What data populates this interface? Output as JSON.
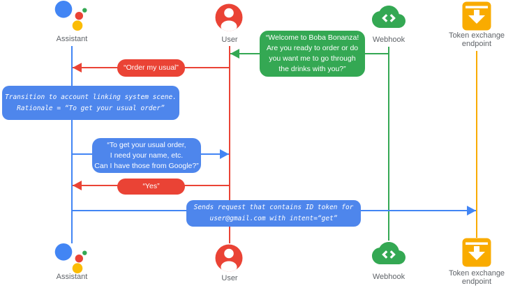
{
  "colors": {
    "blue": "#4285F4",
    "bubble_blue": "#4e86ec",
    "red": "#EA4335",
    "green": "#34A853",
    "amber": "#F9AB00",
    "assistant_yellow": "#FBBC04",
    "label_gray": "#5F6368"
  },
  "actors": [
    {
      "id": "assistant",
      "label": "Assistant",
      "icon": "google-assistant-icon",
      "color": "#4285F4"
    },
    {
      "id": "user",
      "label": "User",
      "icon": "user-icon",
      "color": "#EA4335"
    },
    {
      "id": "webhook",
      "label": "Webhook",
      "icon": "webhook-cloud-icon",
      "color": "#34A853"
    },
    {
      "id": "token_endpoint",
      "label": "Token exchange endpoint",
      "icon": "token-endpoint-icon",
      "color": "#F9AB00"
    }
  ],
  "messages": {
    "welcome": {
      "from": "Webhook",
      "to": "User",
      "style": "speech-green",
      "text": "“Welcome to Boba Bonanza!\nAre you ready to order or do\nyou want me to go through\nthe drinks with you?”"
    },
    "order_usual": {
      "from": "User",
      "to": "Assistant",
      "style": "speech-red",
      "text": "“Order my usual”"
    },
    "transition_note": {
      "on": "Assistant",
      "style": "system-note-blue",
      "text": "Transition to account linking system scene.\nRationale = “To get your usual order”"
    },
    "ask_google": {
      "from": "Assistant",
      "to": "User",
      "style": "speech-blue",
      "text": "“To get your usual order,\nI need your name, etc.\nCan I have those from Google?”"
    },
    "yes": {
      "from": "User",
      "to": "Assistant",
      "style": "speech-red",
      "text": "“Yes”"
    },
    "token_request": {
      "from": "Assistant",
      "to": "Token exchange endpoint",
      "style": "system-note-blue",
      "text": "Sends request that contains ID token for\nuser@gmail.com with intent=“get”"
    }
  }
}
